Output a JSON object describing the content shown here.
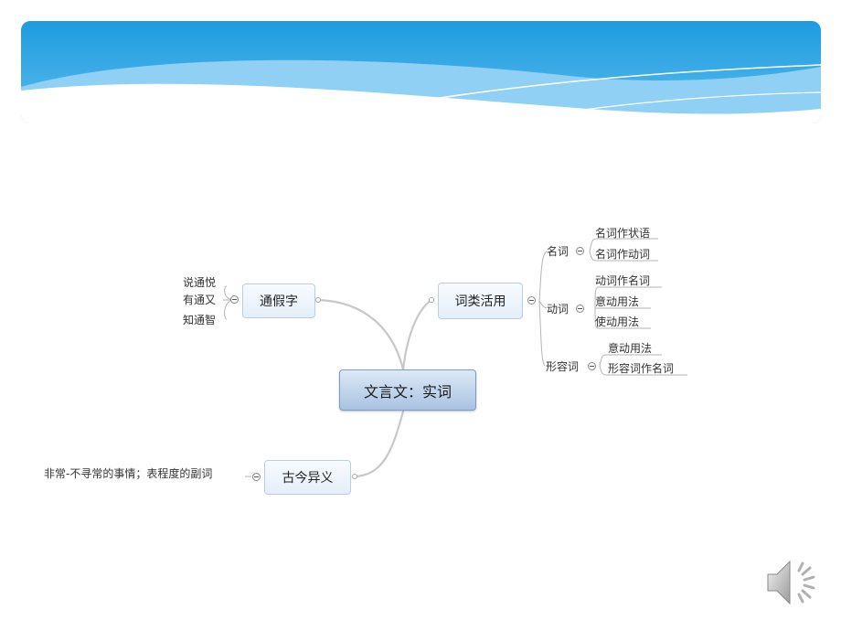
{
  "mindmap": {
    "central": "文言文：实词",
    "tongjiazi": {
      "label": "通假字",
      "leaves": [
        "说通悦",
        "有通又",
        "知通智"
      ]
    },
    "ciLeiHuoYong": {
      "label": "词类活用",
      "mingci": {
        "label": "名词",
        "leaves": [
          "名词作状语",
          "名词作动词"
        ]
      },
      "dongci": {
        "label": "动词",
        "leaves": [
          "动词作名词",
          "意动用法",
          "使动用法"
        ]
      },
      "xingrongci": {
        "label": "形容词",
        "leaves": [
          "意动用法",
          "形容词作名词"
        ]
      }
    },
    "gujinyiyi": {
      "label": "古今异义",
      "leaf": "非常-不寻常的事情；表程度的副词"
    }
  },
  "colors": {
    "banner_top": "#1e9be0",
    "banner_light": "#8fd0f4",
    "central_fill": "#a9c2e2",
    "node_border": "#b9cde6"
  },
  "icons": {
    "speaker": "speaker-icon",
    "collapse": "collapse-toggle-icon"
  }
}
